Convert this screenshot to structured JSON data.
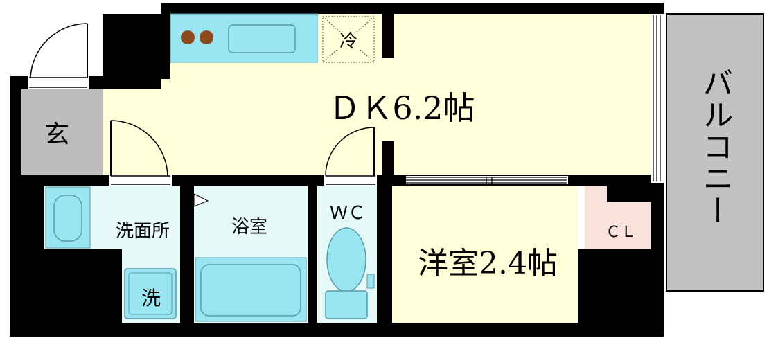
{
  "rooms": {
    "dk": "ＤＫ6.2帖",
    "western": "洋室2.4帖",
    "entrance": "玄",
    "fridge": "冷",
    "washroom": "洗面所",
    "bath": "浴室",
    "wc": "ＷＣ",
    "washer": "洗",
    "closet": "ＣＬ",
    "balcony": "バルコニー"
  },
  "colors": {
    "wall": "#000000",
    "dk_floor": "#ffffd9",
    "western_floor": "#ffffd9",
    "wet_floor": "#e6fafa",
    "fixture": "#99e6f2",
    "entrance": "#bdbdbd",
    "balcony": "#c2c2c2",
    "closet": "#fae3dc",
    "stove": "#8c4a1e"
  }
}
